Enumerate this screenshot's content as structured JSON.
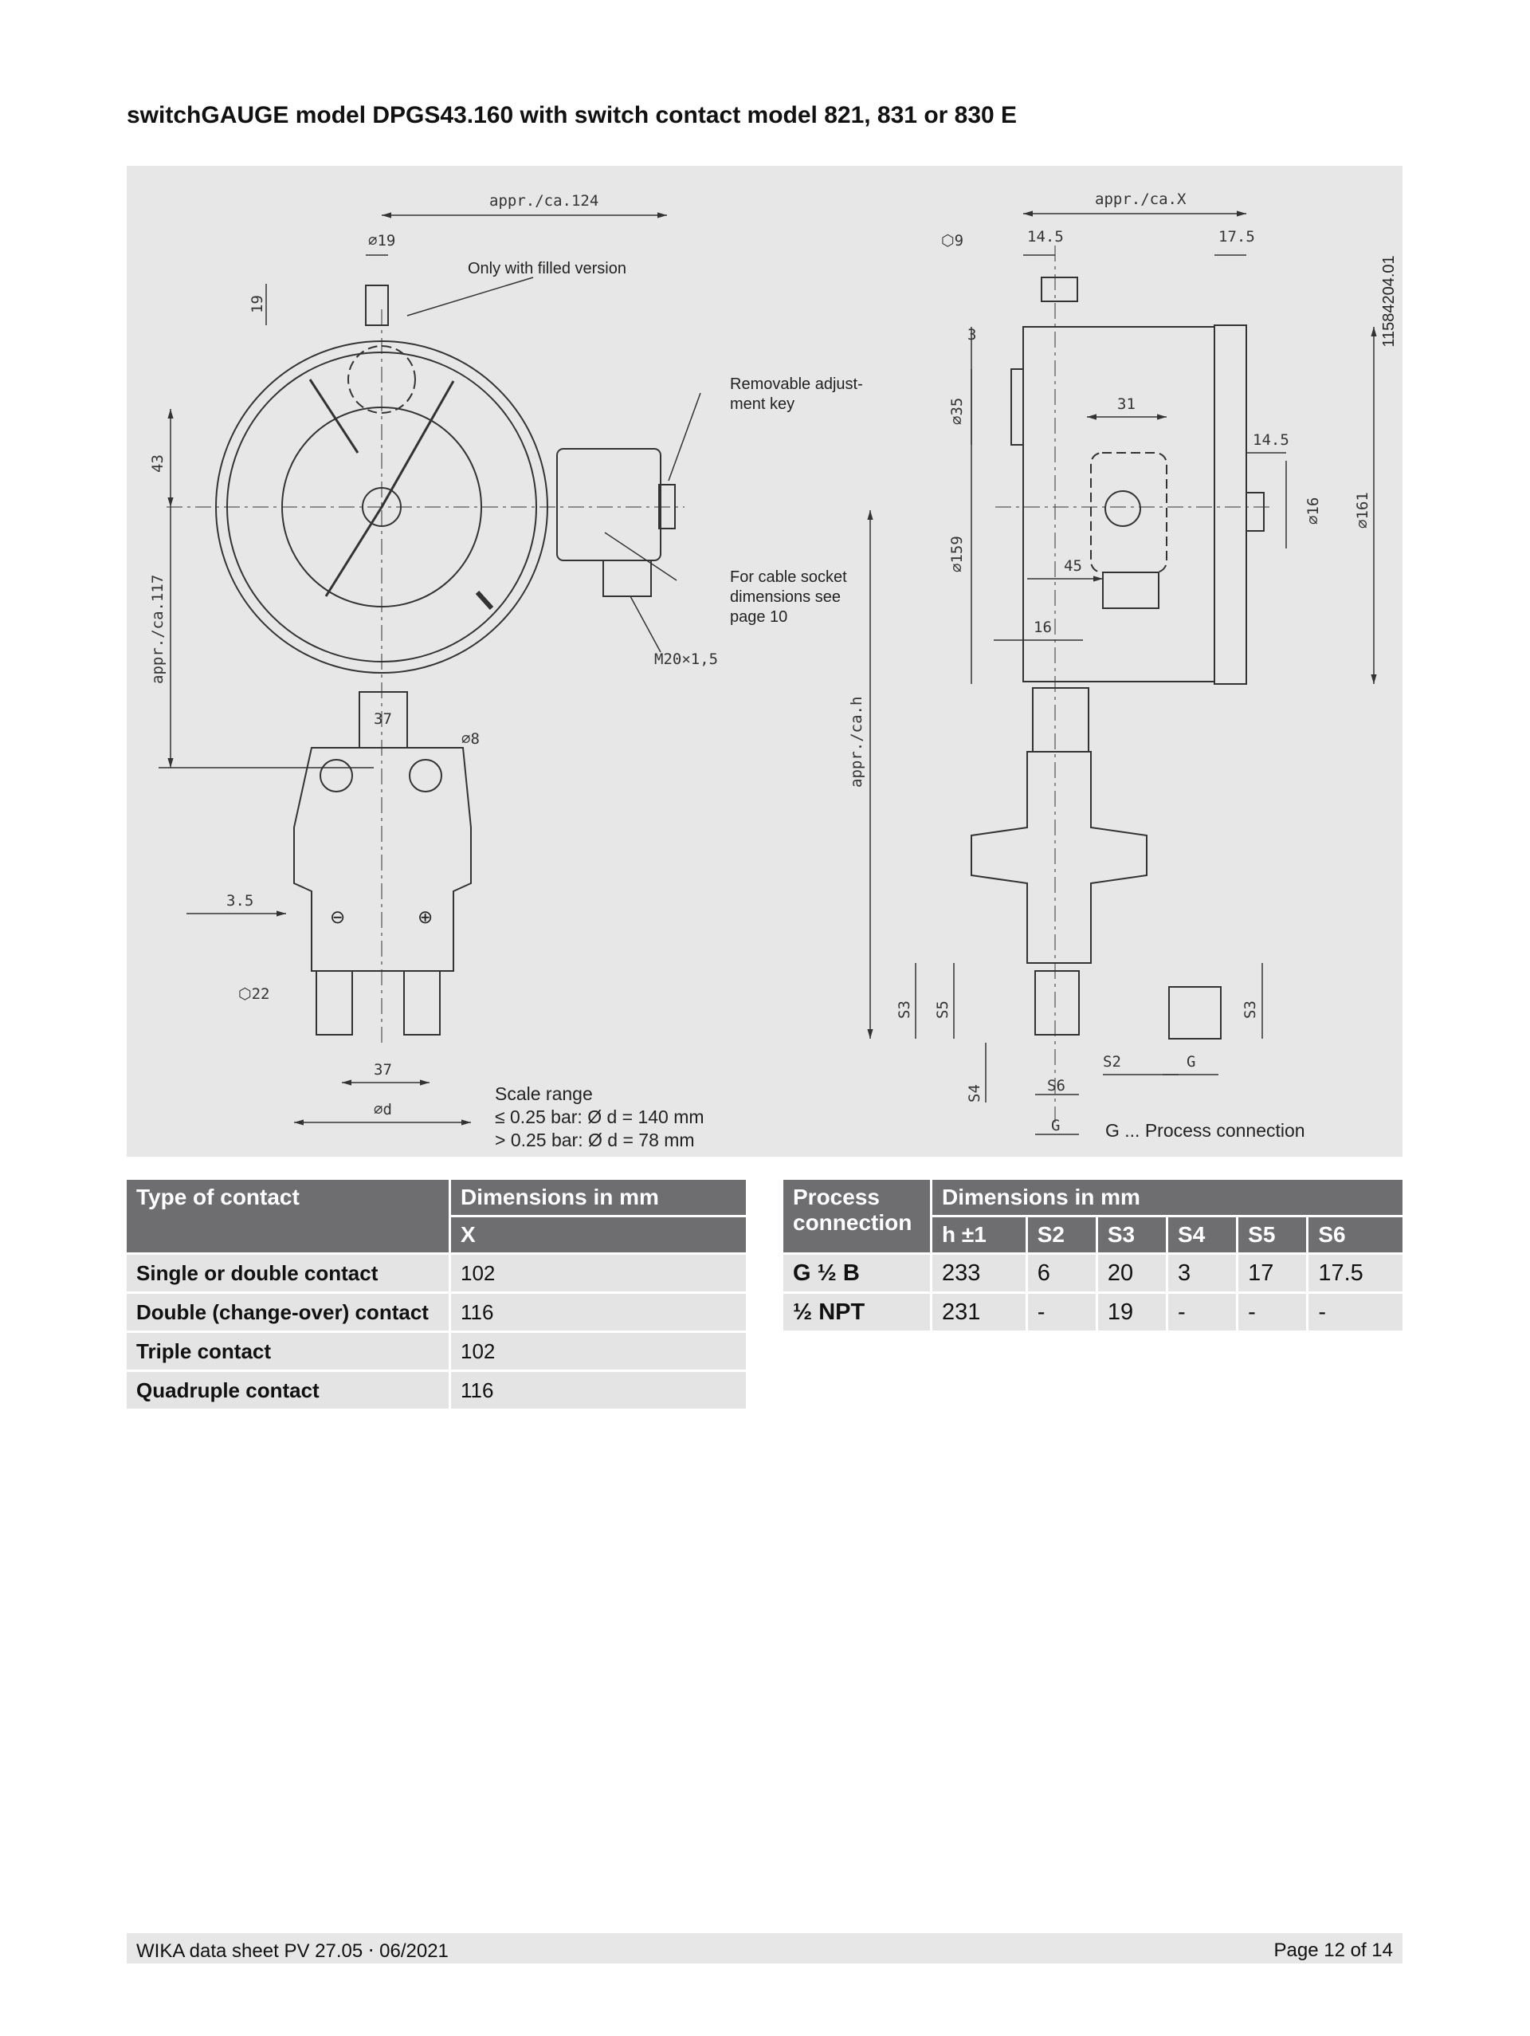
{
  "title": "switchGAUGE model DPGS43.160 with switch contact model 821, 831 or 830 E",
  "drawing": {
    "doc_number": "11584204.01",
    "front_labels": {
      "width_top": "appr./ca.124",
      "d19": "⌀19",
      "d19_h": "19",
      "filled_only": "Only with filled version",
      "removable_key_1": "Removable adjust-",
      "removable_key_2": "ment key",
      "cable_socket_1": "For cable socket",
      "cable_socket_2": "dimensions see",
      "cable_socket_3": "page 10",
      "m20": "M20×1,5",
      "d43": "43",
      "appr117": "appr./ca.117",
      "w37_top": "37",
      "d8": "⌀8",
      "d35": "3.5",
      "hex22": "⬡22",
      "w37_bottom": "37",
      "phi_d": "⌀d",
      "minus": "⊖",
      "plus": "⊕",
      "scale_range": "Scale range",
      "scale_small": "≤ 0.25 bar: Ø d = 140 mm",
      "scale_large": "> 0.25 bar: Ø d = 78 mm"
    },
    "side_labels": {
      "width_top": "appr./ca.X",
      "hex9": "⬡9",
      "w145_top": "14.5",
      "w175": "17.5",
      "w3": "3",
      "d35": "⌀35",
      "w31": "31",
      "w145": "14.5",
      "d16": "⌀16",
      "d161": "⌀161",
      "d159": "⌀159",
      "w45": "45",
      "w16": "16",
      "appr_h": "appr./ca.h",
      "s3_left": "S3",
      "s5": "S5",
      "s4": "S4",
      "s6": "S6",
      "g_bottom": "G",
      "s2": "S2",
      "g_right": "G",
      "s3_right": "S3",
      "g_legend": "G ... Process connection"
    }
  },
  "table_contacts": {
    "header_type": "Type of contact",
    "header_dims": "Dimensions in mm",
    "header_x": "X",
    "rows": [
      {
        "type": "Single or double contact",
        "x": "102"
      },
      {
        "type": "Double (change-over) contact",
        "x": "116"
      },
      {
        "type": "Triple contact",
        "x": "102"
      },
      {
        "type": "Quadruple contact",
        "x": "116"
      }
    ]
  },
  "table_process": {
    "header_process_1": "Process",
    "header_process_2": "connection",
    "header_dims": "Dimensions in mm",
    "columns": [
      "h ±1",
      "S2",
      "S3",
      "S4",
      "S5",
      "S6"
    ],
    "rows": [
      {
        "conn": "G ½ B",
        "values": [
          "233",
          "6",
          "20",
          "3",
          "17",
          "17.5"
        ]
      },
      {
        "conn": "½ NPT",
        "values": [
          "231",
          "-",
          "19",
          "-",
          "-",
          "-"
        ]
      }
    ]
  },
  "footer": {
    "left": "WIKA data sheet PV 27.05 ⋅ 06/2021",
    "right": "Page 12 of 14"
  }
}
